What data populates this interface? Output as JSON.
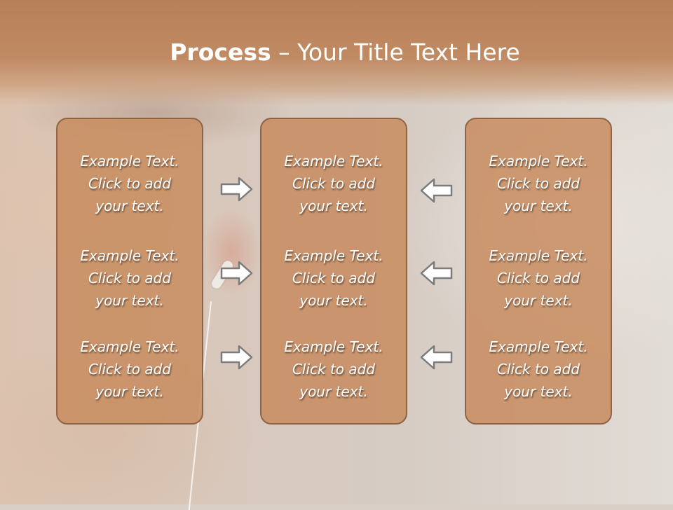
{
  "title": {
    "bold": "Process",
    "rest": " – Your Title Text Here"
  },
  "columns": [
    {
      "items": [
        {
          "line1": "Example Text.",
          "line2": "Click  to add",
          "line3": "your text."
        },
        {
          "line1": "Example Text.",
          "line2": "Click  to add",
          "line3": "your text."
        },
        {
          "line1": "Example Text.",
          "line2": "Click  to add",
          "line3": "your text."
        }
      ]
    },
    {
      "items": [
        {
          "line1": "Example Text.",
          "line2": "Click  to add",
          "line3": "your text."
        },
        {
          "line1": "Example Text.",
          "line2": "Click  to add",
          "line3": "your text."
        },
        {
          "line1": "Example Text.",
          "line2": "Click  to add",
          "line3": "your text."
        }
      ]
    },
    {
      "items": [
        {
          "line1": "Example Text.",
          "line2": "Click  to add",
          "line3": "your text."
        },
        {
          "line1": "Example Text.",
          "line2": "Click  to add",
          "line3": "your text."
        },
        {
          "line1": "Example Text.",
          "line2": "Click  to add",
          "line3": "your text."
        }
      ]
    }
  ],
  "arrows": {
    "left_group": "arrow-right-icon",
    "right_group": "arrow-left-icon"
  },
  "colors": {
    "header": "#c08a63",
    "panel": "#c88c5f",
    "panel_border": "#8e6446",
    "text": "#ffffff"
  }
}
